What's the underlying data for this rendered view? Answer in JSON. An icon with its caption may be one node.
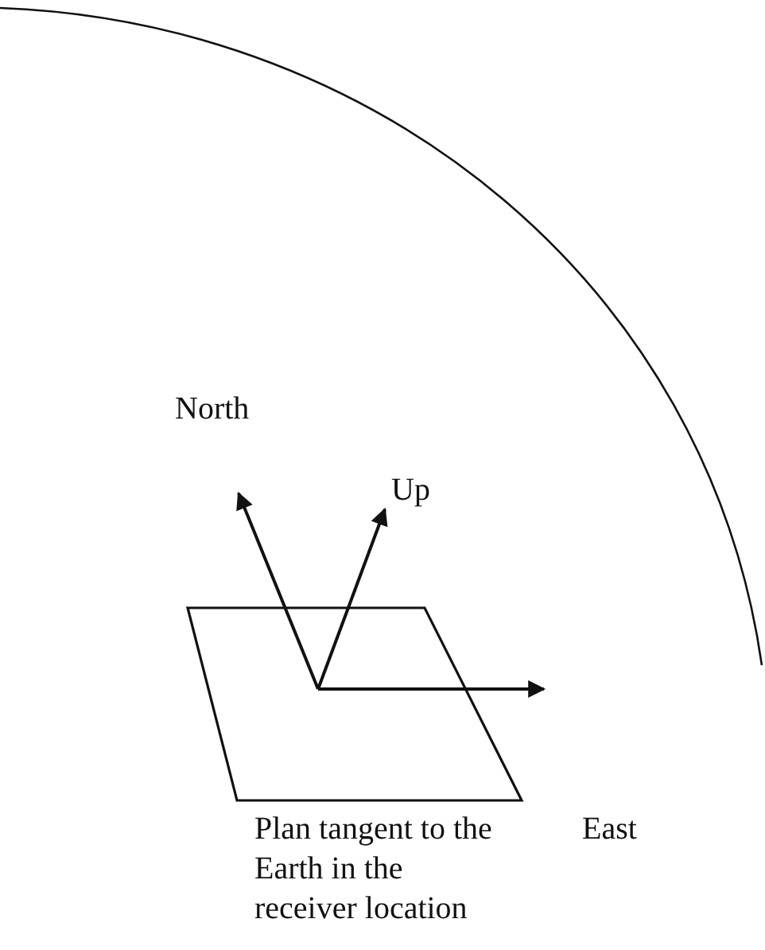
{
  "diagram": {
    "labels": [
      "North",
      "Up",
      "East",
      "Plan tangent to the Earth in the receiver location"
    ]
  }
}
